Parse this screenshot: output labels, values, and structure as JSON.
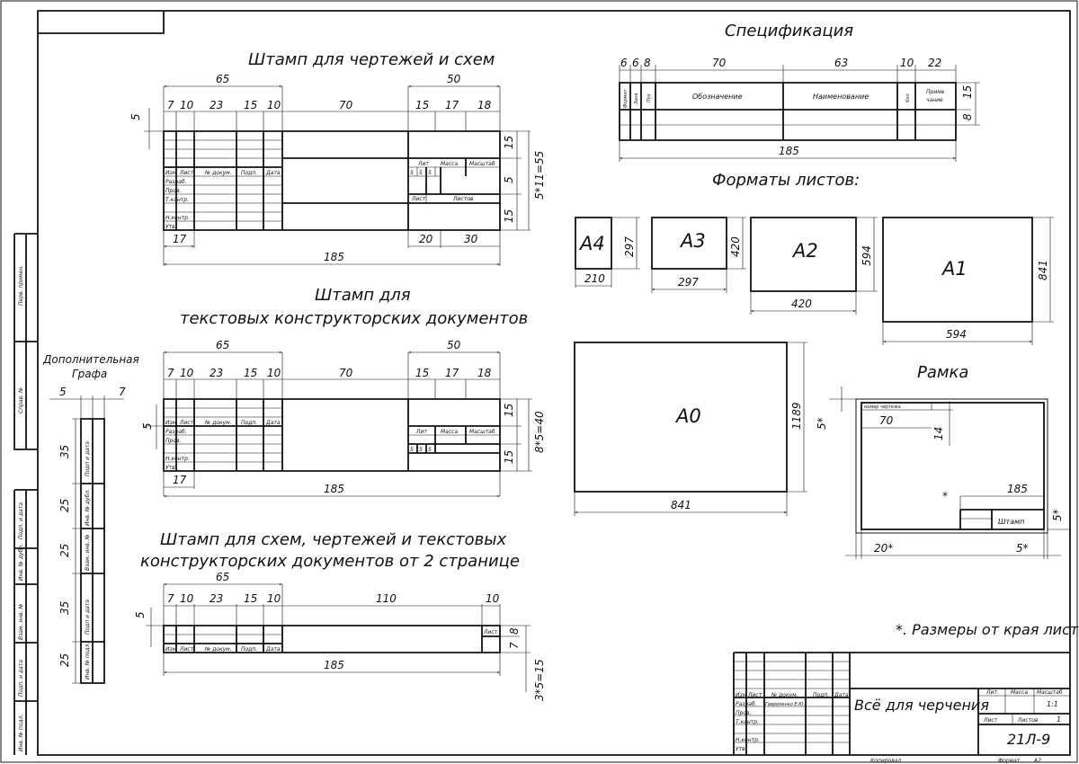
{
  "titles": {
    "stamp_drawings": "Штамп для чертежей и схем",
    "stamp_text_line1": "Штамп для",
    "stamp_text_line2": "текстовых конструкторских документов",
    "stamp_page2_line1": "Штамп для схем, чертежей и текстовых",
    "stamp_page2_line2": "конструкторских документов от 2 странице",
    "specification": "Спецификация",
    "formats": "Форматы листов:",
    "frame": "Рамка",
    "extra_column_line1": "Дополнительная",
    "extra_column_line2": "Графа",
    "footnote": "*. Размеры от края листа"
  },
  "stamp_labels": {
    "izm": "Изм",
    "list": "Лист",
    "n_dokum": "№ докум.",
    "podp": "Подп.",
    "data": "Дата",
    "razrab": "Разраб.",
    "prov": "Пров.",
    "tkontr": "Т.контр.",
    "nkontr": "Н.контр.",
    "utv": "Утв.",
    "lit": "Лит",
    "massa": "Масса",
    "masshtab": "Масштаб",
    "listov": "Листов"
  },
  "dims": {
    "d65": "65",
    "d50": "50",
    "d7": "7",
    "d10": "10",
    "d23": "23",
    "d15": "15",
    "d70": "70",
    "d17": "17",
    "d18": "18",
    "d5": "5",
    "d20": "20",
    "d30": "30",
    "d185": "185",
    "d110": "110",
    "d8": "8",
    "s1": "5*11=55",
    "s2": "8*5=40",
    "s3": "3*5=15",
    "d6": "6",
    "d63": "63",
    "d22": "22"
  },
  "spec": {
    "format": "Формат",
    "zona": "Зона",
    "poz": "Поз",
    "oboznachenie": "Обозначение",
    "naimenovanie": "Наименование",
    "kol": "Кол",
    "primechanie_1": "Приме",
    "primechanie_2": "чание"
  },
  "formats": {
    "a4": "A4",
    "a3": "A3",
    "a2": "A2",
    "a1": "A1",
    "a0": "A0",
    "d210": "210",
    "d297": "297",
    "d420": "420",
    "d594": "594",
    "d841": "841",
    "d1189": "1189"
  },
  "frame": {
    "nomer_chertezha": "номер чертежа",
    "d70": "70",
    "d14": "14",
    "d185": "185",
    "shtamp": "Штамп",
    "d20s": "20*",
    "d5s": "5*",
    "star": "*"
  },
  "side_columns": {
    "perv_primen": "Перв. примен.",
    "sprav_n": "Справ. №",
    "podp_i_data": "Подп. и дата",
    "inv_n_dubl": "Инв. № дубл.",
    "vzam_inv_n": "Взам. инв. №",
    "inv_n_podl": "Инв. № подл.",
    "podp_i_data_2": "Подп и дата",
    "inv_n_dubl_2": "Инв. № дубл.",
    "vzam_inv_n_2": "Взам. инв. №",
    "podp_i_data_3": "Подп и дата",
    "inv_n_podl_2": "Инв. № подл.",
    "d35": "35",
    "d25": "25",
    "d5": "5",
    "d7": "7"
  },
  "main_stamp": {
    "razrab_name": "Гавриленко Е.Ю.",
    "title": "Всё для черчения",
    "masshtab_value": "1:1",
    "listov_value": "1",
    "designation": "21Л-9",
    "kopiroval": "Копировал",
    "format_label": "Формат",
    "format_value": "А2"
  }
}
